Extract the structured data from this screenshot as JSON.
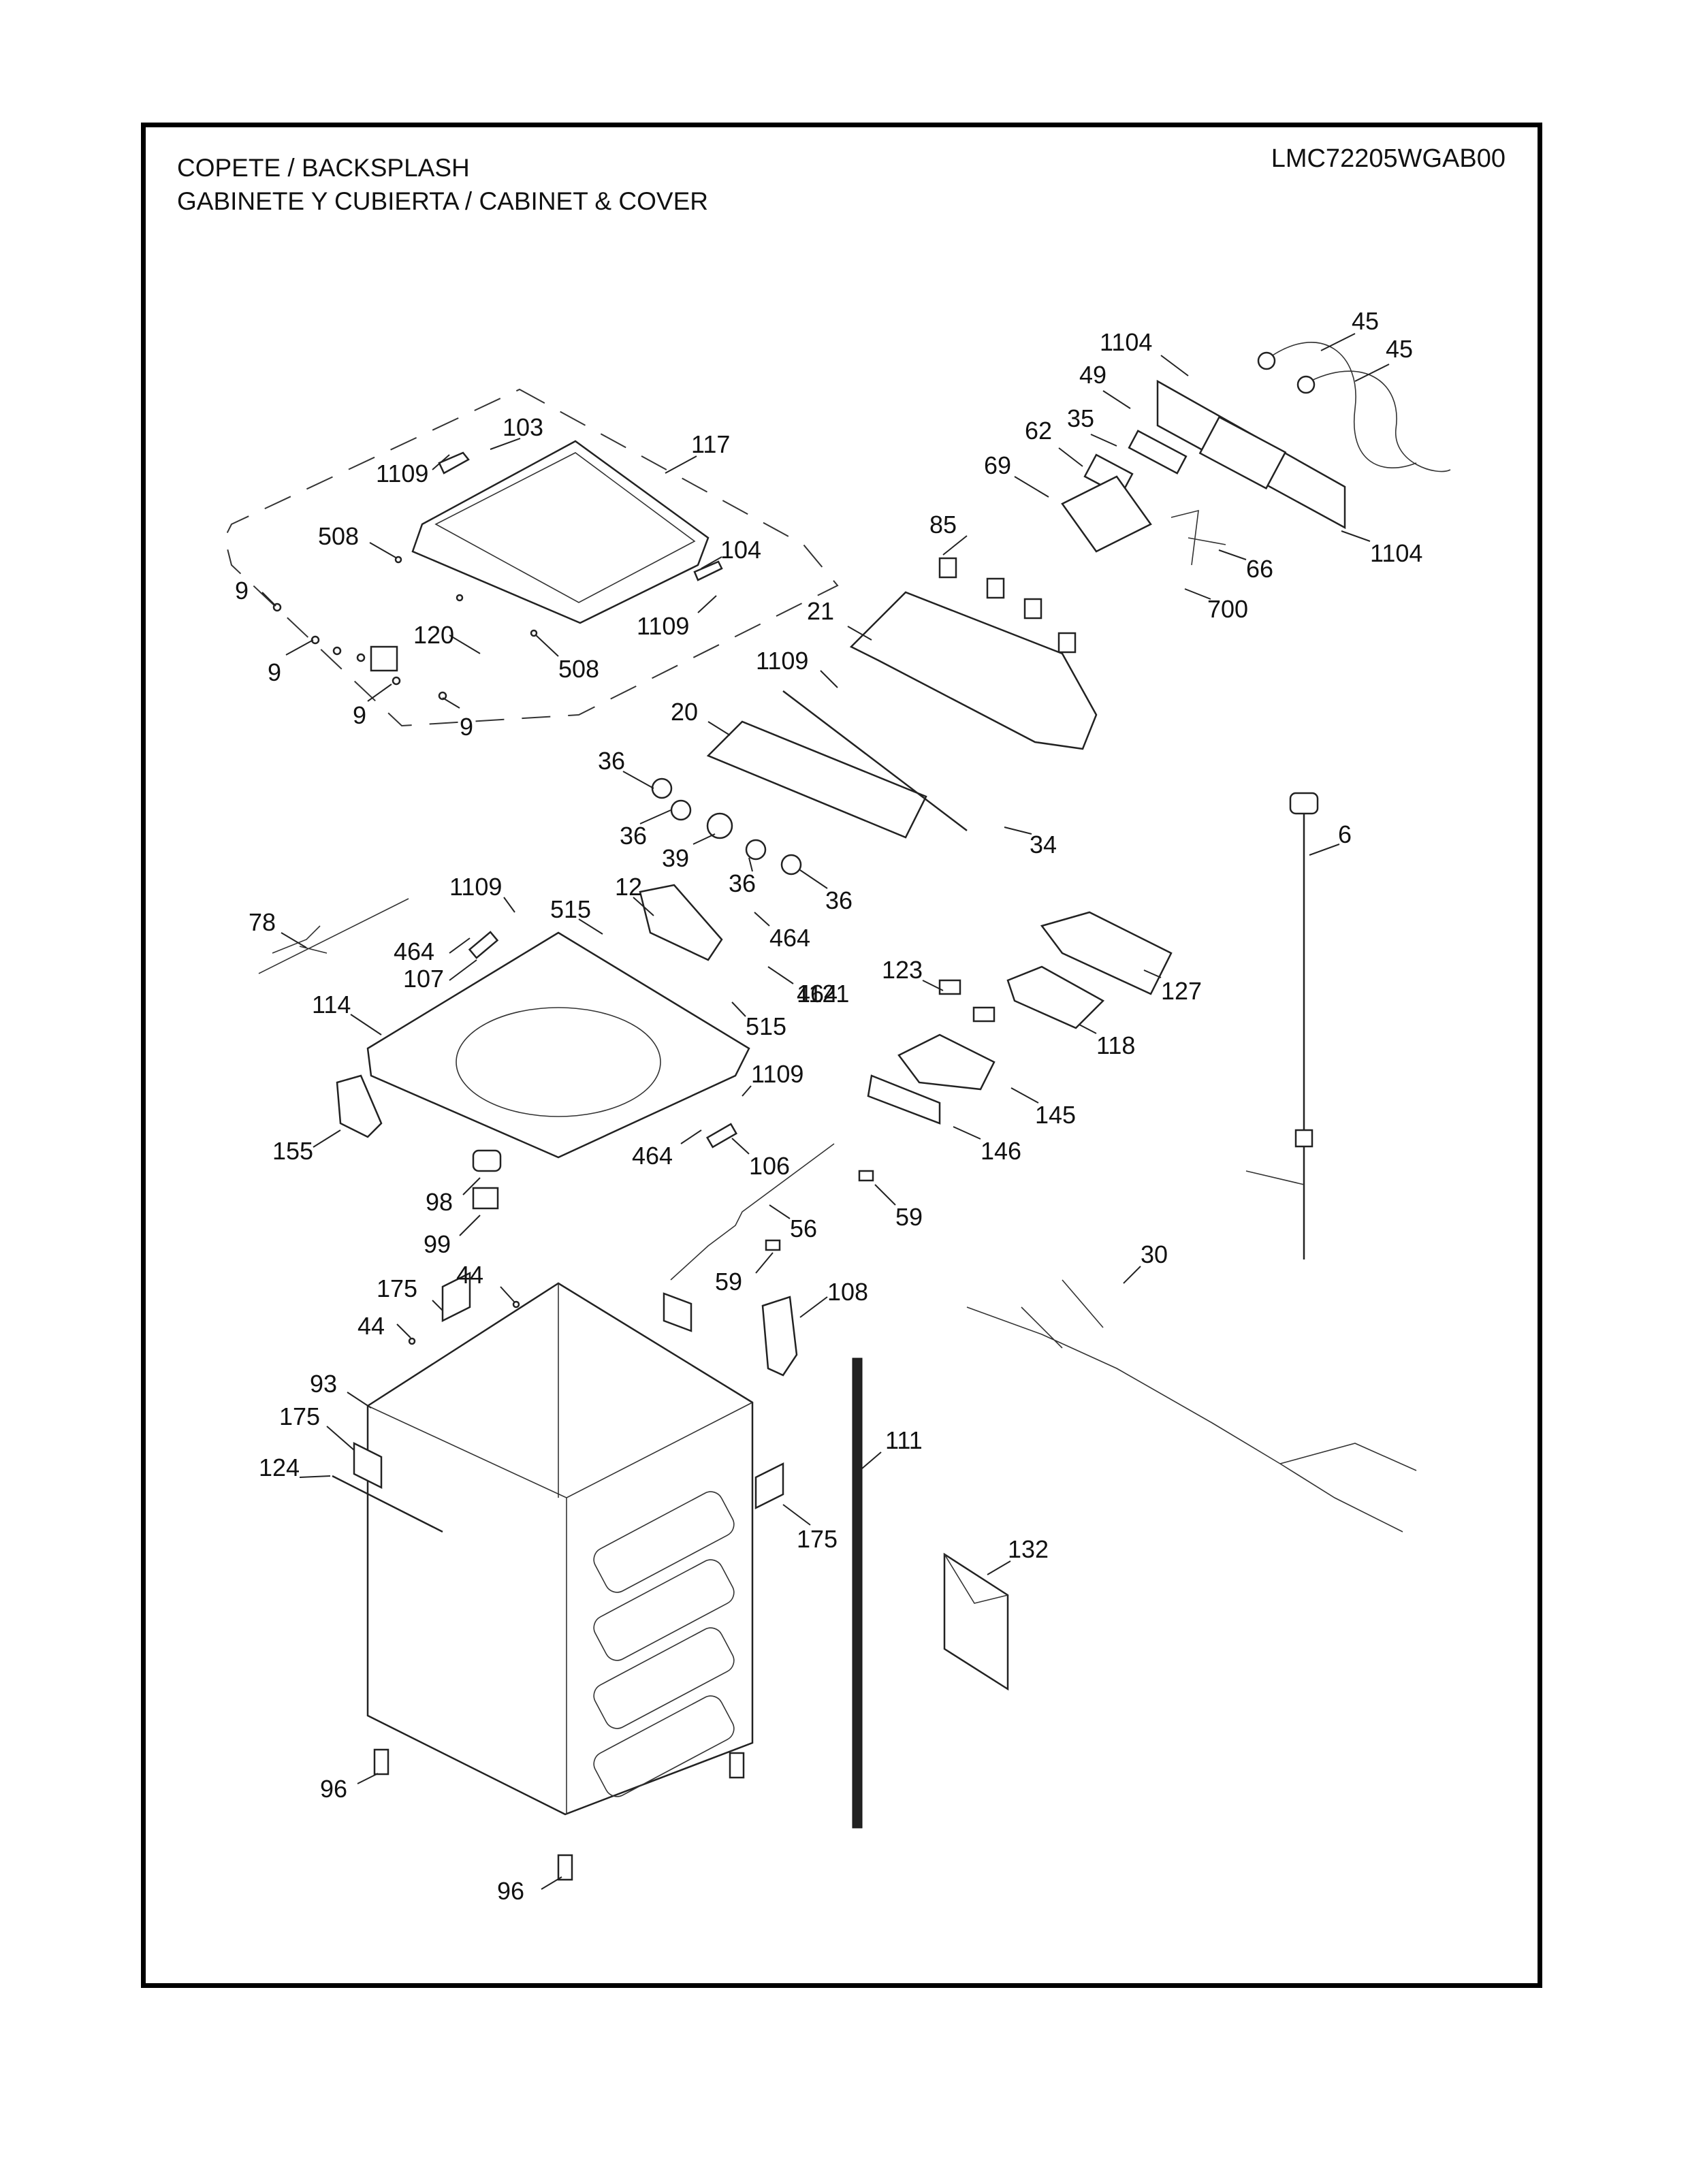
{
  "header": {
    "title_line_1": "COPETE / BACKSPLASH",
    "title_line_2": "GABINETE Y CUBIERTA / CABINET & COVER",
    "model_number": "LMC72205WGAB00"
  },
  "callouts": [
    {
      "id": "c-1104-a",
      "label": "1104"
    },
    {
      "id": "c-45-a",
      "label": "45"
    },
    {
      "id": "c-45-b",
      "label": "45"
    },
    {
      "id": "c-49",
      "label": "49"
    },
    {
      "id": "c-35",
      "label": "35"
    },
    {
      "id": "c-62",
      "label": "62"
    },
    {
      "id": "c-69",
      "label": "69"
    },
    {
      "id": "c-85",
      "label": "85"
    },
    {
      "id": "c-66",
      "label": "66"
    },
    {
      "id": "c-1104-b",
      "label": "1104"
    },
    {
      "id": "c-700",
      "label": "700"
    },
    {
      "id": "c-103",
      "label": "103"
    },
    {
      "id": "c-117",
      "label": "117"
    },
    {
      "id": "c-1109-a",
      "label": "1109"
    },
    {
      "id": "c-508-a",
      "label": "508"
    },
    {
      "id": "c-104",
      "label": "104"
    },
    {
      "id": "c-9-a",
      "label": "9"
    },
    {
      "id": "c-1109-b",
      "label": "1109"
    },
    {
      "id": "c-120",
      "label": "120"
    },
    {
      "id": "c-508-b",
      "label": "508"
    },
    {
      "id": "c-9-b",
      "label": "9"
    },
    {
      "id": "c-9-c",
      "label": "9"
    },
    {
      "id": "c-9-d",
      "label": "9"
    },
    {
      "id": "c-21",
      "label": "21"
    },
    {
      "id": "c-1109-c",
      "label": "1109"
    },
    {
      "id": "c-20",
      "label": "20"
    },
    {
      "id": "c-36-a",
      "label": "36"
    },
    {
      "id": "c-36-b",
      "label": "36"
    },
    {
      "id": "c-39",
      "label": "39"
    },
    {
      "id": "c-36-c",
      "label": "36"
    },
    {
      "id": "c-36-d",
      "label": "36"
    },
    {
      "id": "c-34",
      "label": "34"
    },
    {
      "id": "c-6",
      "label": "6"
    },
    {
      "id": "c-1109-d",
      "label": "1109"
    },
    {
      "id": "c-515-a",
      "label": "515"
    },
    {
      "id": "c-12",
      "label": "12"
    },
    {
      "id": "c-464-a",
      "label": "464"
    },
    {
      "id": "c-78",
      "label": "78"
    },
    {
      "id": "c-464-b",
      "label": "464"
    },
    {
      "id": "c-107",
      "label": "107"
    },
    {
      "id": "c-464-c",
      "label": "464"
    },
    {
      "id": "c-1121",
      "label": "1121"
    },
    {
      "id": "c-515-b",
      "label": "515"
    },
    {
      "id": "c-114",
      "label": "114"
    },
    {
      "id": "c-123",
      "label": "123"
    },
    {
      "id": "c-127",
      "label": "127"
    },
    {
      "id": "c-118",
      "label": "118"
    },
    {
      "id": "c-145",
      "label": "145"
    },
    {
      "id": "c-146",
      "label": "146"
    },
    {
      "id": "c-1109-e",
      "label": "1109"
    },
    {
      "id": "c-464-d",
      "label": "464"
    },
    {
      "id": "c-106",
      "label": "106"
    },
    {
      "id": "c-155",
      "label": "155"
    },
    {
      "id": "c-98",
      "label": "98"
    },
    {
      "id": "c-99",
      "label": "99"
    },
    {
      "id": "c-56",
      "label": "56"
    },
    {
      "id": "c-59-a",
      "label": "59"
    },
    {
      "id": "c-59-b",
      "label": "59"
    },
    {
      "id": "c-44-a",
      "label": "44"
    },
    {
      "id": "c-175-a",
      "label": "175"
    },
    {
      "id": "c-44-b",
      "label": "44"
    },
    {
      "id": "c-108",
      "label": "108"
    },
    {
      "id": "c-30",
      "label": "30"
    },
    {
      "id": "c-93",
      "label": "93"
    },
    {
      "id": "c-175-b",
      "label": "175"
    },
    {
      "id": "c-124",
      "label": "124"
    },
    {
      "id": "c-111",
      "label": "111"
    },
    {
      "id": "c-175-c",
      "label": "175"
    },
    {
      "id": "c-132",
      "label": "132"
    },
    {
      "id": "c-96-a",
      "label": "96"
    },
    {
      "id": "c-96-b",
      "label": "96"
    }
  ]
}
